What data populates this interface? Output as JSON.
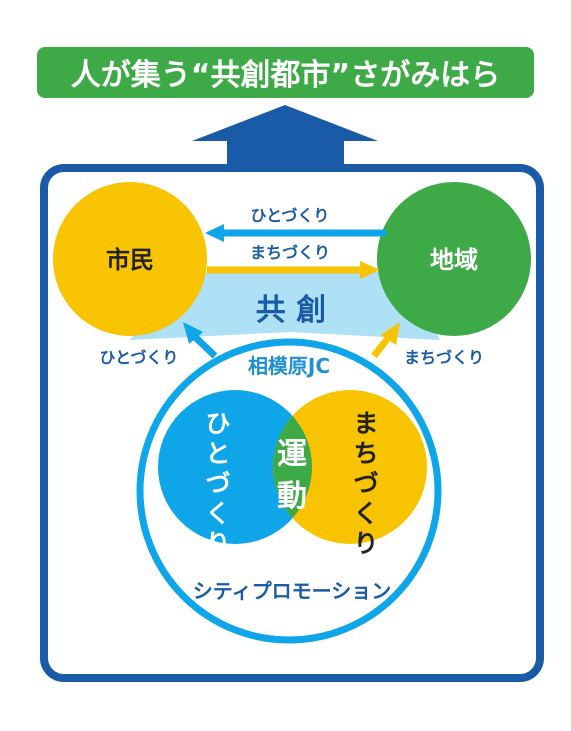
{
  "banner": {
    "text": "人が集う“共創都市”さがみはら"
  },
  "nodes": {
    "citizens": "市民",
    "region": "地域",
    "jc": "相模原JC"
  },
  "center": {
    "label": "共 創"
  },
  "arrows": {
    "top_left": "ひとづくり",
    "mid_right": "まちづくり",
    "left_side": "ひとづくり",
    "right_side": "まちづくり"
  },
  "venn": {
    "left": [
      "ひ",
      "と",
      "づ",
      "く",
      "り"
    ],
    "right": [
      "ま",
      "ち",
      "づ",
      "く",
      "り"
    ],
    "middle": [
      "運",
      "動"
    ]
  },
  "footer": "シティプロモーション",
  "colors": {
    "blue": "#1a5ba8",
    "green": "#3daa47",
    "yellow": "#f8c300",
    "cyan": "#0ea5e9",
    "light_blue": "#aee0f6"
  }
}
